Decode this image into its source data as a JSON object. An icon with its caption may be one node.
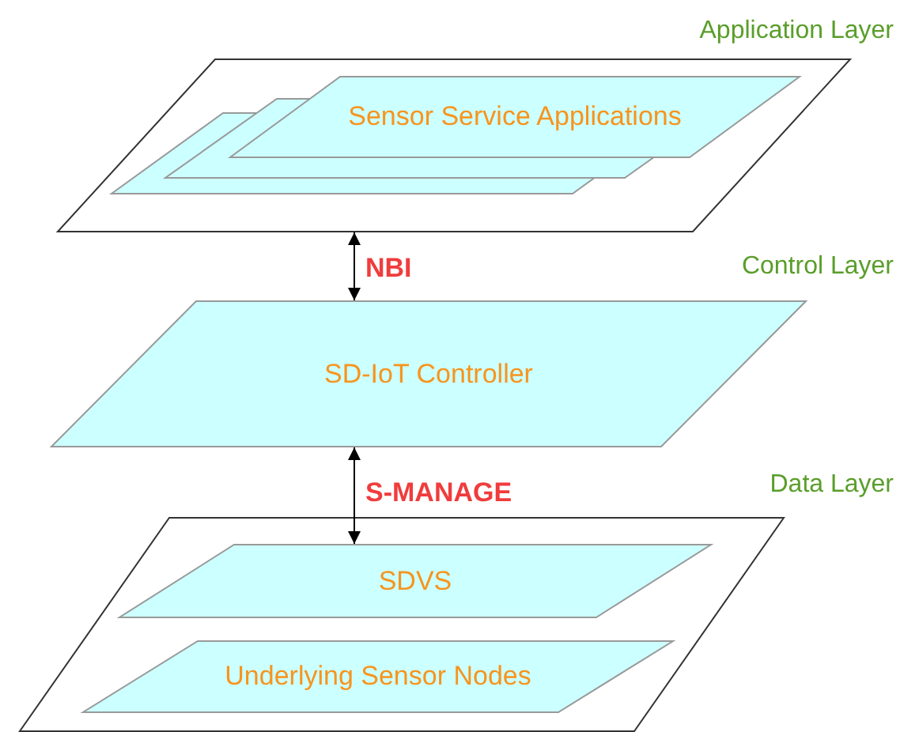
{
  "diagram": {
    "nodes": [
      {
        "text": [
          "Application Layer"
        ]
      },
      {
        "text": [
          "Sensor Service Applications"
        ],
        "in": 0
      },
      {
        "text": [
          "Control Layer",
          "SD-IoT Controller"
        ]
      },
      {
        "text": [
          "Data Layer"
        ]
      },
      {
        "text": [
          "SDVS"
        ],
        "in": 3
      },
      {
        "text": [
          "Underlying Sensor Nodes"
        ],
        "in": 3
      }
    ],
    "edges": [
      {
        "from": 0,
        "to": 2,
        "arrow": "both",
        "label": "NBI"
      },
      {
        "from": 2,
        "to": 4,
        "arrow": "both",
        "label": "S-MANAGE"
      }
    ]
  }
}
